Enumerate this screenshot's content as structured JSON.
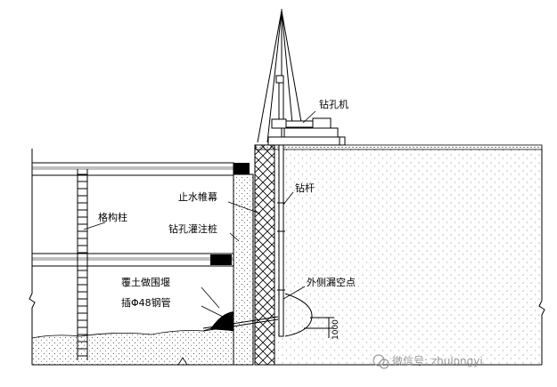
{
  "labels": {
    "drill_rig": "钻孔机",
    "drill_rod": "钻杆",
    "waterproof_curtain": "止水帷幕",
    "bored_pile": "钻孔灌注桩",
    "lattice_column": "格构柱",
    "backfill_cofferdam": "覆土做围堰",
    "steel_pipe": "插Φ48钢管",
    "leak_point": "外侧漏空点",
    "dimension": "1000"
  },
  "watermark": {
    "text": "微信号: zhulongyi"
  }
}
